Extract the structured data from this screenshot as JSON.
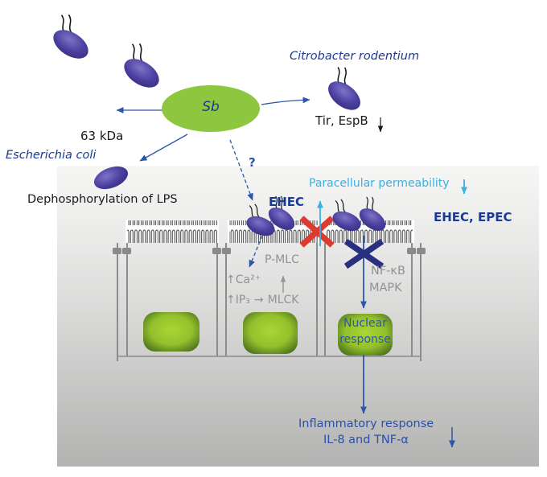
{
  "labels": {
    "sb": "Sb",
    "citrobacter_rodentium": "Citrobacter rodentium",
    "tir_espb": "Tir, EspB",
    "kda_63": "63 kDa",
    "escherichia_coli": "Escherichia coli",
    "dephosphorylation": "Dephosphorylation of LPS",
    "question_mark": "?",
    "ehec": "EHEC",
    "paracellular_permeability": "Paracellular permeability",
    "ehec_epec": "EHEC, EPEC",
    "p_mlc": "P-MLC",
    "ca": "↑Ca²⁺",
    "ip3": "↑IP₃",
    "mlck": "MLCK",
    "nf_kb": "NF-κB",
    "mapk": "MAPK",
    "nuclear_response_line1": "Nuclear",
    "nuclear_response_line2": "response",
    "inflammatory_response": "Inflammatory response",
    "il8_tnf": "IL-8 and TNF-α"
  },
  "icons": {
    "right_arrow": "→"
  },
  "colors": {
    "dark_blue_text": "#1b3a94",
    "arrow_blue": "#2b57a8",
    "light_blue": "#3ab0e3",
    "medium_blue_text": "#2a50aa",
    "gray_text": "#929292",
    "cell_line_gray": "#8c8c8c",
    "red_x": "#dd3b31",
    "navy_x": "#2a3080",
    "sb_green": "#8dc63f",
    "bacterium_purple": "#4a3f9f",
    "nucleus_green": "#8fbd2b"
  }
}
